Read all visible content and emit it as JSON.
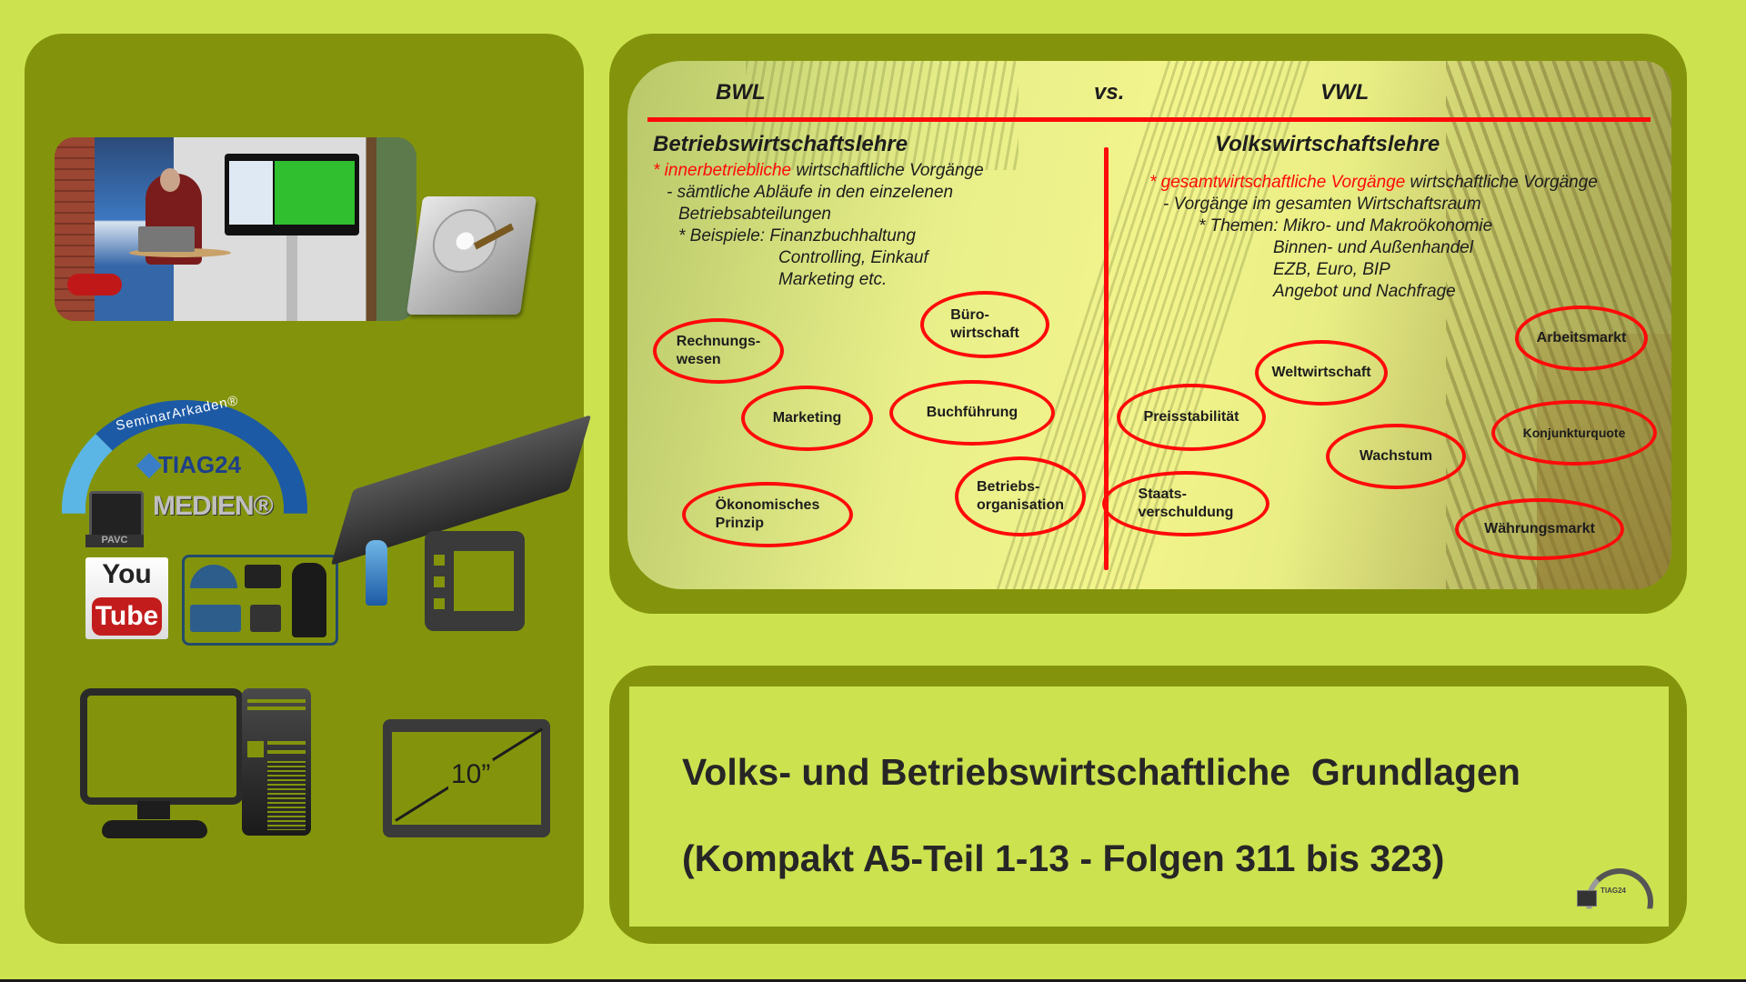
{
  "colors": {
    "page_background": "#cde24f",
    "panel_olive": "#83940c",
    "accent_red": "#ff0a0a",
    "text_dark": "#1d1d1d"
  },
  "left_panel": {
    "video_thumbnail": {
      "description": "studio-presenter-video"
    },
    "icons": [
      "hard-disk-icon",
      "seminar-arkaden-logo",
      "youtube-logo",
      "channels-collage",
      "graduation-cap-film-icon",
      "desktop-computer-icon",
      "tablet-icon"
    ],
    "logo": {
      "arc_text": "SeminarArkaden®",
      "brand": "TIAG24",
      "sub_brand": "MEDIEN®",
      "pavc_label": "PAVC"
    },
    "youtube": {
      "top": "You",
      "bottom": "Tube"
    },
    "tablet_size_label": "10”"
  },
  "slide": {
    "header_left": "BWL",
    "header_center": "vs.",
    "header_right": "VWL",
    "bwl": {
      "title": "Betriebswirtschaftslehre",
      "lines": [
        {
          "red": "* innerbetriebliche",
          "text": " wirtschaftliche Vorgänge"
        },
        {
          "red": "",
          "text": "- sämtliche Abläufe in den einzelenen"
        },
        {
          "red": "",
          "text": "Betriebsabteilungen"
        },
        {
          "red": "",
          "text": "* Beispiele: Finanzbuchhaltung"
        },
        {
          "red": "",
          "text": "Controlling, Einkauf"
        },
        {
          "red": "",
          "text": "Marketing etc."
        }
      ],
      "bubbles": [
        "Rechnungs-\nwesen",
        "Büro-\nwirtschaft",
        "Marketing",
        "Buchführung",
        "Ökonomisches\nPrinzip",
        "Betriebs-\norganisation"
      ]
    },
    "vwl": {
      "title": "Volkswirtschaftslehre",
      "lines": [
        {
          "red": "* gesamtwirtschaftliche Vorgänge",
          "text": " wirtschaftliche Vorgänge"
        },
        {
          "red": "",
          "text": "- Vorgänge im gesamten Wirtschaftsraum"
        },
        {
          "red": "",
          "text": "* Themen: Mikro- und Makroökonomie"
        },
        {
          "red": "",
          "text": "Binnen- und Außenhandel"
        },
        {
          "red": "",
          "text": "EZB, Euro, BIP"
        },
        {
          "red": "",
          "text": "Angebot und Nachfrage"
        }
      ],
      "bubbles": [
        "Arbeitsmarkt",
        "Weltwirtschaft",
        "Preisstabilität",
        "Konjunkturquote",
        "Wachstum",
        "Staats-\nverschuldung",
        "Währungsmarkt"
      ]
    }
  },
  "info": {
    "title": "Volks- und Betriebswirtschaftliche  Grundlagen",
    "subtitle": "(Kompakt A5-Teil 1-13 - Folgen 311 bis 323)"
  }
}
